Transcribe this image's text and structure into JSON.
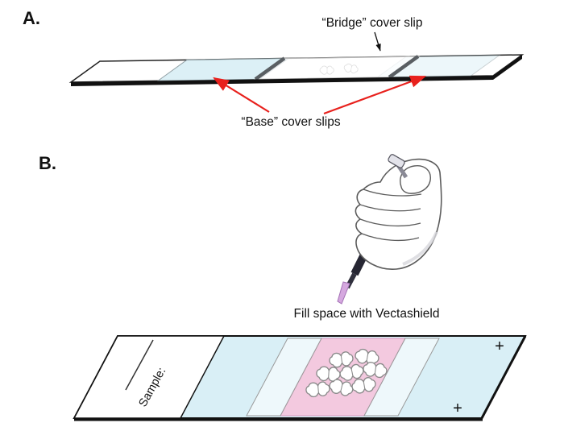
{
  "panels": {
    "a": {
      "label": "A.",
      "bridge_caption": "“Bridge” cover slip",
      "base_caption": "“Base” cover slips"
    },
    "b": {
      "label": "B.",
      "fill_caption": "Fill space with Vectashield",
      "sample_label": "Sample:",
      "plus_top": "+",
      "plus_bottom": "+"
    }
  },
  "colors": {
    "slide_tint": "#d9eff6",
    "vectashield_pink": "#f3c9df",
    "arrow_red": "#e8211d",
    "pipette_tip_purple": "#d5a8df"
  }
}
